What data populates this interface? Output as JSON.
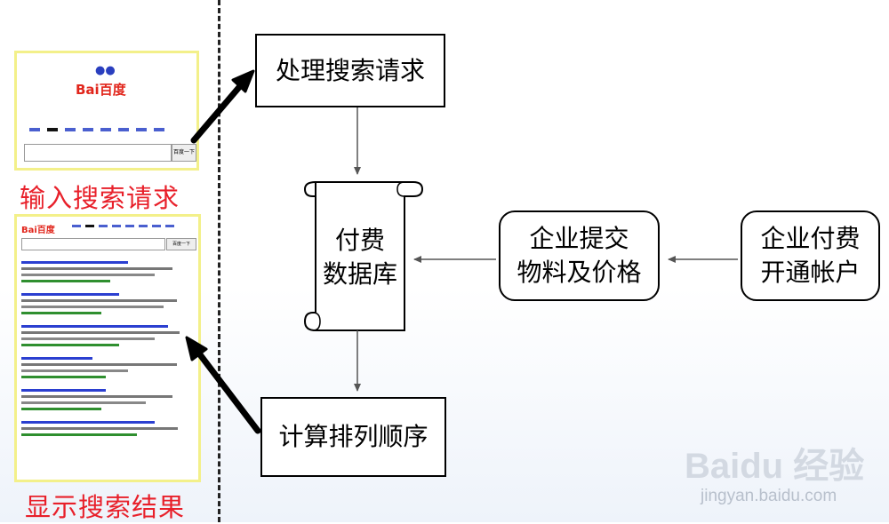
{
  "labels": {
    "input": "输入搜索请求",
    "results": "显示搜索结果"
  },
  "boxes": {
    "process": "处理搜索请求",
    "database_line1": "付费",
    "database_line2": "数据库",
    "submit_line1": "企业提交",
    "submit_line2": "物料及价格",
    "account_line1": "企业付费",
    "account_line2": "开通帐户",
    "rank": "计算排列顺序"
  },
  "baidu_home": {
    "logo": "Bai百度",
    "search_button": "百度一下"
  },
  "baidu_results": {
    "logo": "Bai百度",
    "search_button": "百度一下"
  },
  "watermark": {
    "brand": "Baidu 经验",
    "url": "jingyan.baidu.com"
  },
  "colors": {
    "label_red": "#e8202a",
    "thumb_border": "#f3f08a",
    "baidu_red": "#e1251b",
    "baidu_blue": "#2a3fbf"
  }
}
